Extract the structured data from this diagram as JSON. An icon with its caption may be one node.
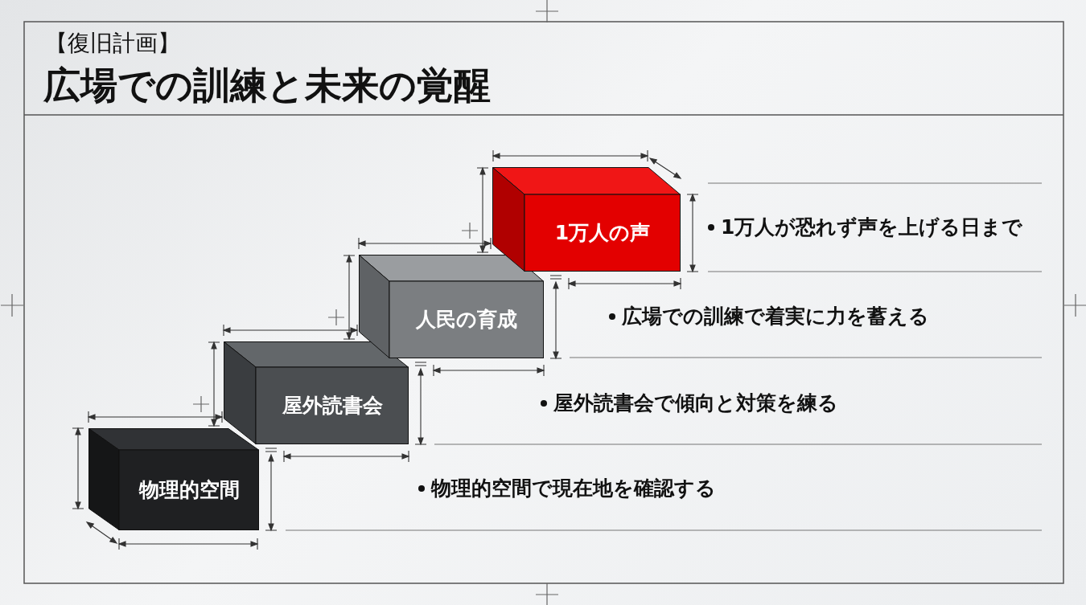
{
  "diagram": {
    "title": "広場での訓練と未来の覚醒",
    "nodes": [
      {
        "text": [
          "物理的空間"
        ]
      },
      {
        "text": [
          "屋外読書会"
        ]
      },
      {
        "text": [
          "人民の育成"
        ]
      },
      {
        "text": [
          "1万人の声"
        ]
      }
    ],
    "labels": [
      "【復旧計画】",
      "1万人が恐れず声を上げる日まで",
      "広場での訓練で着実に力を蓄える",
      "屋外読書会で傾向と対策を練る",
      "物理的空間で現在地を確認する"
    ]
  }
}
